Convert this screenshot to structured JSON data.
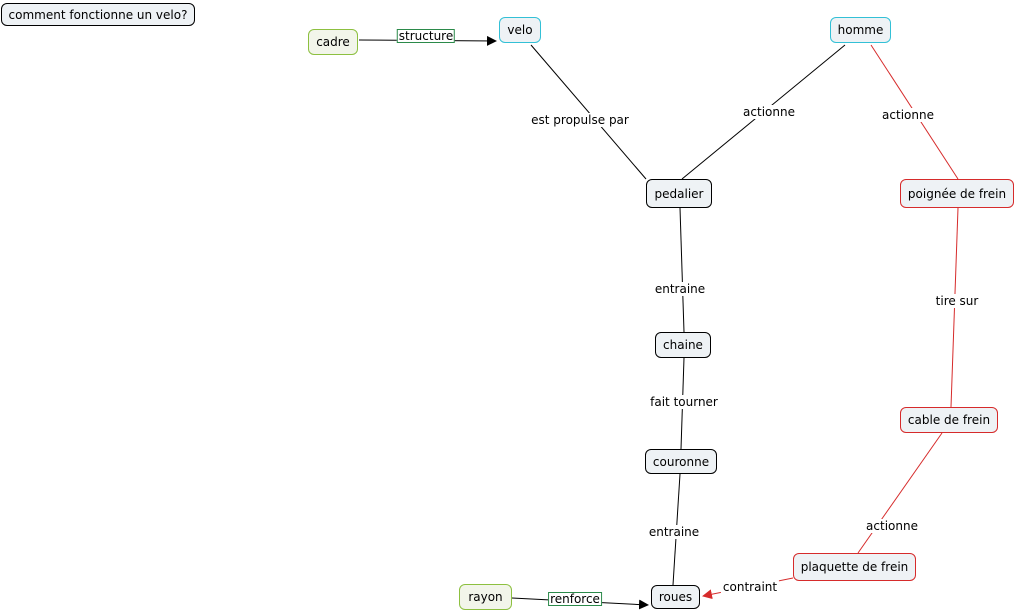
{
  "title": "comment fonctionne un velo?",
  "nodes": {
    "velo": "velo",
    "homme": "homme",
    "cadre": "cadre",
    "pedalier": "pedalier",
    "poignee": "poignée de frein",
    "chaine": "chaine",
    "couronne": "couronne",
    "cable": "cable de frein",
    "plaquette": "plaquette de frein",
    "rayon": "rayon",
    "roues": "roues"
  },
  "links": {
    "structure": "structure",
    "est_propulse_par": "est propulse par",
    "actionne_pedalier": "actionne",
    "actionne_poignee": "actionne",
    "entraine_chaine": "entraine",
    "fait_tourner": "fait tourner",
    "entraine_roues": "entraine",
    "tire_sur": "tire sur",
    "actionne_plaquette": "actionne",
    "contraint": "contraint",
    "renforce": "renforce"
  },
  "colors": {
    "default_line": "#000000",
    "brake_line": "#d62b2b",
    "cyan_border": "#33c0d6",
    "green_border": "#8dc040",
    "red_border": "#d62b2b"
  }
}
